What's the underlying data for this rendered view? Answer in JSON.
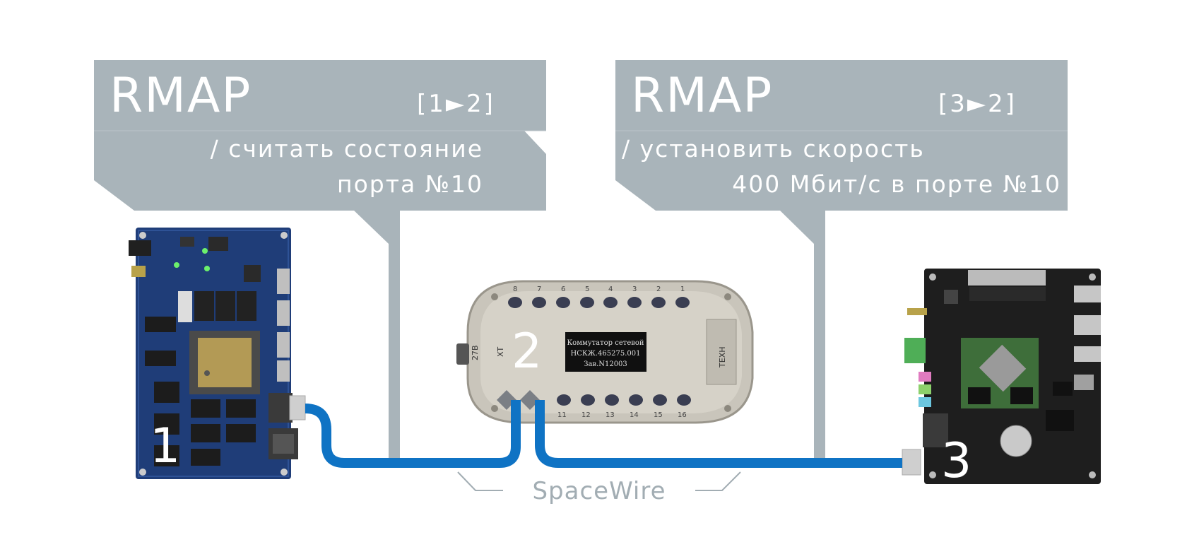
{
  "callouts": [
    {
      "title": "RMAP",
      "route": "[1►2]",
      "line1": "/ считать состояние",
      "line2": "порта №10"
    },
    {
      "title": "RMAP",
      "route": "[3►2]",
      "line1": "/ установить скорость",
      "line2": "400 Мбит/с в порте №10"
    }
  ],
  "devices": [
    {
      "label": "1"
    },
    {
      "label": "2",
      "plate": [
        "Коммутатор сетевой",
        "НСКЖ.465275.001",
        "Зав.N12003"
      ],
      "side_labels": [
        "27В",
        "ХТ",
        "ТЕХН"
      ],
      "ports_top": [
        "8",
        "7",
        "6",
        "5",
        "4",
        "3",
        "2",
        "1"
      ],
      "ports_bottom": [
        "11",
        "12",
        "13",
        "14",
        "15",
        "16"
      ]
    },
    {
      "label": "3"
    }
  ],
  "bus": {
    "label": "SpaceWire"
  },
  "colors": {
    "callout": "#a9b4ba",
    "callout_shadow": "#9aa5ab",
    "cable": "#0f73c4",
    "board_blue": "#1f3d78",
    "board_black": "#1e1e1e",
    "switch_body": "#c9c5bb"
  }
}
